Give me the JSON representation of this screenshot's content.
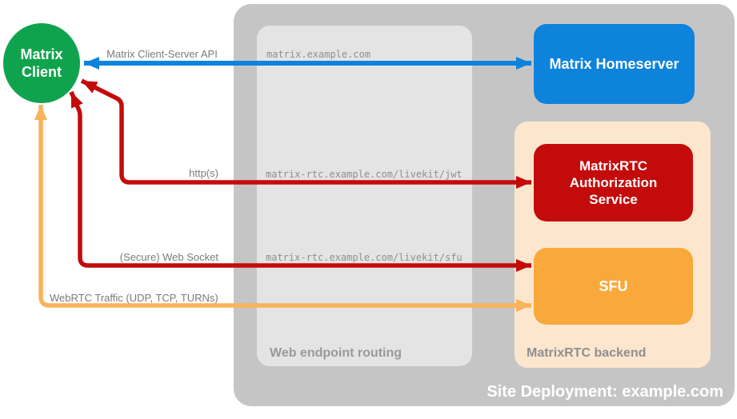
{
  "site": {
    "label": "Site Deployment: example.com"
  },
  "panels": {
    "routing": {
      "label": "Web endpoint routing"
    },
    "backend": {
      "label": "MatrixRTC backend"
    }
  },
  "nodes": {
    "client": {
      "label": "Matrix Client",
      "color": "#10A34E"
    },
    "homeserver": {
      "label": "Matrix Homeserver",
      "color": "#0D83DC"
    },
    "auth": {
      "label": "MatrixRTC Authorization Service",
      "color": "#C40B0B"
    },
    "sfu": {
      "label": "SFU",
      "color": "#F9A83B"
    }
  },
  "endpoints": [
    "matrix.example.com",
    "matrix-rtc.example.com/livekit/jwt",
    "matrix-rtc.example.com/livekit/sfu"
  ],
  "arrows": [
    {
      "label": "Matrix Client-Server API",
      "color": "#0D83DC",
      "from": "matrix-client",
      "to": "matrix-homeserver"
    },
    {
      "label": "http(s)",
      "color": "#C40B0B",
      "from": "matrix-client",
      "to": "matrixrtc-authorization-service"
    },
    {
      "label": "(Secure) Web Socket",
      "color": "#C40B0B",
      "from": "matrix-client",
      "to": "sfu"
    },
    {
      "label": "WebRTC Traffic (UDP, TCP, TURNs)",
      "color": "#F9B35C",
      "from": "matrix-client",
      "to": "sfu"
    }
  ],
  "colors": {
    "outer_container": "#C5C5C5",
    "routing_panel": "#E4E4E4",
    "backend_panel": "#FCE6CD",
    "label_gray": "#7B7B7B",
    "mono_gray": "#8F8F8F"
  }
}
